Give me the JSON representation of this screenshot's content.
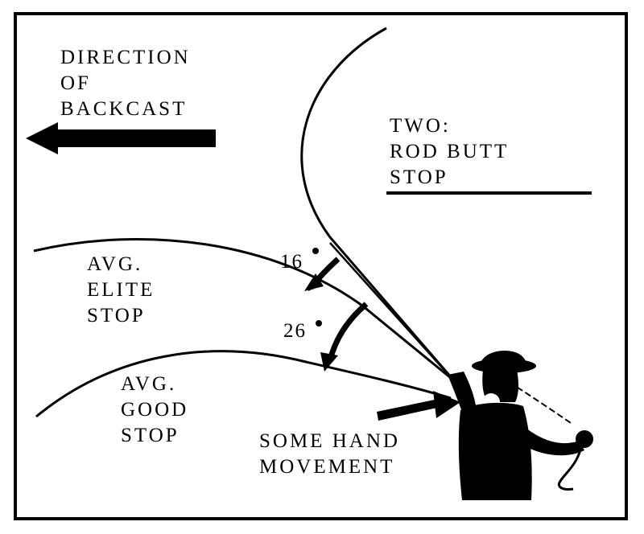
{
  "labels": {
    "direction": [
      "DIRECTION",
      "OF",
      "BACKCAST"
    ],
    "rod_butt_stop": [
      "TWO:",
      "ROD BUTT",
      "STOP"
    ],
    "elite_stop": [
      "AVG.",
      "ELITE",
      "STOP"
    ],
    "good_stop": [
      "AVG.",
      "GOOD",
      "STOP"
    ],
    "hand_movement": [
      "SOME HAND",
      "MOVEMENT"
    ]
  },
  "angles": {
    "elite": "16",
    "good": "26"
  },
  "colors": {
    "ink": "#000000",
    "paper": "#ffffff"
  },
  "icons": {
    "arrow": "left-arrow-icon",
    "angler": "fly-fisherman-silhouette-icon"
  }
}
